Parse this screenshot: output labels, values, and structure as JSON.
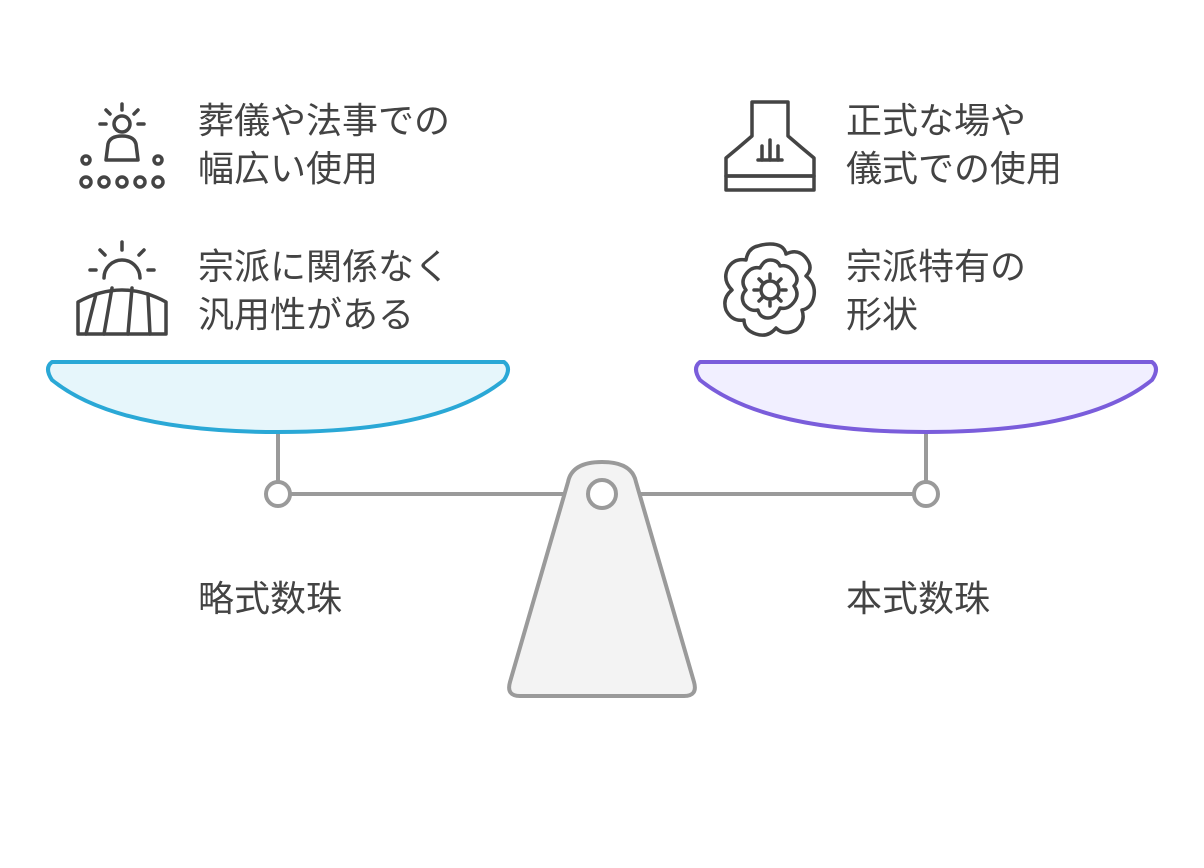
{
  "left": {
    "label": "略式数珠",
    "pan_fill": "#e6f6fb",
    "pan_stroke": "#2aa8d6",
    "features": [
      {
        "icon": "ceremony-gathering-icon",
        "text": "葬儀や法事での\n幅広い使用"
      },
      {
        "icon": "sunrise-field-icon",
        "text": "宗派に関係なく\n汎用性がある"
      }
    ]
  },
  "right": {
    "label": "本式数珠",
    "pan_fill": "#f1efff",
    "pan_stroke": "#7a5ddb",
    "features": [
      {
        "icon": "formal-altar-icon",
        "text": "正式な場や\n儀式での使用"
      },
      {
        "icon": "flower-emblem-icon",
        "text": "宗派特有の\n形状"
      }
    ]
  },
  "scale": {
    "beam_color": "#9a9a9a",
    "pivot_fill": "#f3f3f3"
  }
}
